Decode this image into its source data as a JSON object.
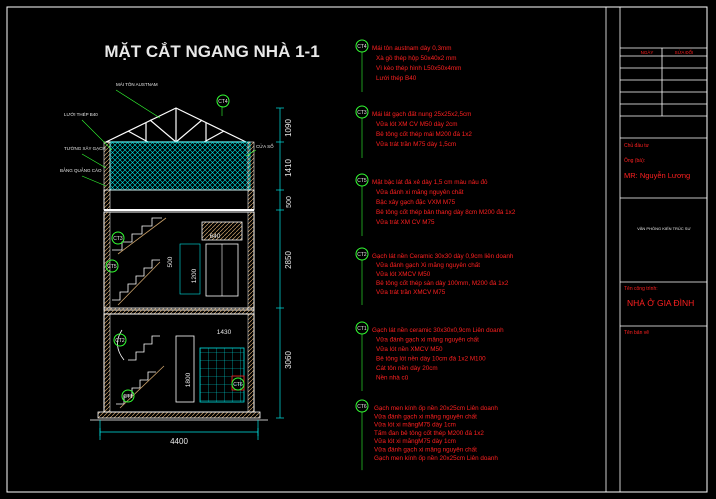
{
  "title": "MẶT CẮT NGANG NHÀ 1-1",
  "colors": {
    "background": "#000000",
    "frame": "#ffffff",
    "annotation": "#ff2020",
    "callout": "#33ff33",
    "structure": "#ffffff",
    "mesh": "#00e5e5",
    "hatch": "#c9a06a",
    "title_text": "#e8e8e8",
    "dimension": "#00e5e5"
  },
  "dimensions": {
    "vertical": [
      "1090",
      "1410",
      "500",
      "2850",
      "3060"
    ],
    "horizontal": [
      "4400"
    ],
    "interior": [
      "640",
      "500",
      "1200",
      "1430",
      "1800"
    ]
  },
  "callouts": [
    {
      "tag": "CT4",
      "lines": [
        "Mái tôn austnam dày 0,3mm",
        "Xà gồ thép hộp 50x40x2 mm",
        "Vì kèo thép hình L50x50x4mm",
        "Lưới thép B40"
      ]
    },
    {
      "tag": "CT3",
      "lines": [
        "Mái lát gạch đất nung 25x25x2,5cm",
        "Vữa lót XM CV M50 dày 2cm",
        "Bê tông cốt thép mái M200 đá 1x2",
        "Vữa trát trần M75 dày 1,5cm"
      ]
    },
    {
      "tag": "CT5",
      "lines": [
        "Mặt bậc lát đá xẻ dày 1,5 cm màu nâu đỏ",
        "Vữa đánh xi măng nguyên chất",
        "Bậc xây gạch đặc VXM M75",
        "Bê tông cốt thép bản thang dày 8cm M200 đá 1x2",
        "Vữa trát XM CV M75"
      ]
    },
    {
      "tag": "CT2",
      "lines": [
        "Gạch lát nền Ceramic 30x30 dày 0,9cm liên doanh",
        "Vữa đánh gạch Xi măng nguyên chất",
        "Vữa lót XMCV M50",
        "Bê tông cốt thép sàn dày 100mm, M200 đá 1x2",
        "Vữa trát trần XMCV M75"
      ]
    },
    {
      "tag": "CT1",
      "lines": [
        "Gạch lát nền ceramic 30x30x0,9cm Liên doanh",
        "Vữa đánh gạch xi măng nguyên chất",
        "Vữa lót nền XMCV M50",
        "Bê tông lót nền dày 10cm đá 1x2 M100",
        "Cát tôn nền dày 20cm",
        "Nền nhà cũ"
      ]
    },
    {
      "tag": "CT6",
      "lines": [
        "Gạch men kính ốp nền 20x25cm Liên doanh",
        "Vữa đánh gạch xi măng nguyên chất",
        "Vữa lót xi măngM75 dày 1cm",
        "Tấm đan bê tông cốt thép M200 đá 1x2",
        "Vữa lót xi măngM75 dày 1cm",
        "Vữa đánh gạch xi măng nguyên chất",
        "Gạch men kính ốp nền 20x25cm Liên doanh"
      ]
    }
  ],
  "left_tags": [
    "CT4",
    "CT3",
    "CT5",
    "CT2",
    "CT6",
    "CT1"
  ],
  "left_notes": [
    "MÁI TÔN AUSTNAM",
    "LƯỚI THÉP B40",
    "TƯỜNG XÂY GẠCH",
    "BẢNG QUẢNG CÁO",
    "CỬA SỔ"
  ],
  "title_block": {
    "header": [
      "NGÀY",
      "SỬA ĐỔI"
    ],
    "owner_label": "Chủ đầu tư",
    "designer_label": "Ông (bà):",
    "designer_name": "MR: Nguyễn Lương",
    "studio": "VĂN PHÒNG KIẾN TRÚC SƯ",
    "project_label": "Tên công trình:",
    "project_name": "NHÀ Ở GIA ĐÌNH",
    "drawing_label": "Tên bản vẽ"
  }
}
